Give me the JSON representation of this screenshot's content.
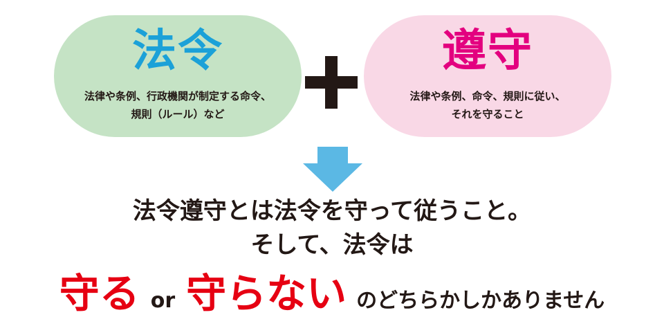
{
  "left_box": {
    "title": "法令",
    "desc_line1": "法律や条例、行政機関が制定する命令、",
    "desc_line2": "規則（ルール）など"
  },
  "right_box": {
    "title": "遵守",
    "desc_line1": "法律や条例、命令、規則に従い、",
    "desc_line2": "それを守ること"
  },
  "plus_symbol": "plus-icon",
  "arrow_symbol": "arrow-down-icon",
  "statement": {
    "line1": "法令遵守とは法令を守って従うこと。",
    "line2": "そして、法令は",
    "keep": "守る",
    "or": "or",
    "not_keep": "守らない",
    "tail": "のどちらかしかありません"
  },
  "colors": {
    "left_box_bg": "#c5e3c5",
    "left_title": "#1ba1d8",
    "right_box_bg": "#f9d8e6",
    "right_title": "#e3007f",
    "arrow": "#5bb8e4",
    "emphasis_red": "#e60012",
    "text": "#231815"
  }
}
